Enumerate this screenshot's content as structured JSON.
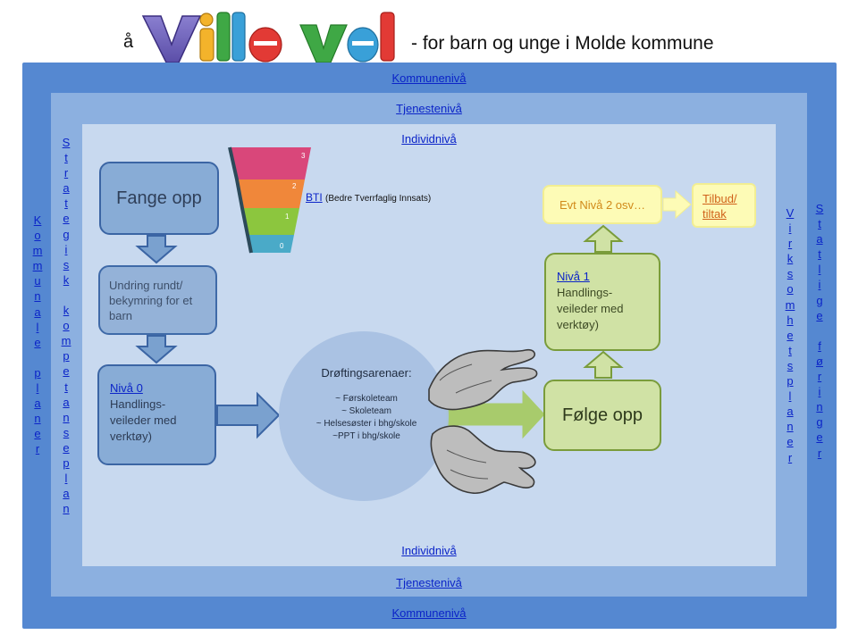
{
  "header": {
    "prefix": "å",
    "logo_text": "Ville vel",
    "suffix": "- for barn og unge i Molde kommune"
  },
  "frames": {
    "kommune_top": "Kommunenivå",
    "kommune_bottom": "Kommunenivå",
    "tjeneste_top": "Tjenestenivå",
    "tjeneste_bottom": "Tjenestenivå",
    "individ_top": "Individnivå",
    "individ_bottom": "Individnivå"
  },
  "side_texts": {
    "far_left": "Kommunale planer",
    "inner_left": "Strategisk kompetanseplan",
    "inner_right": "Virksomhetsplaner",
    "far_right": "Statlige føringer"
  },
  "boxes": {
    "fange": "Fange opp",
    "undring": "Undring rundt/ bekymring for et barn",
    "niva0_title": "Nivå 0",
    "niva0_text": "Handlings-veileder med verktøy)",
    "niva1_title": "Nivå 1",
    "niva1_text": "Handlings-veileder med verktøy)",
    "folge": "Følge opp",
    "evt": "Evt Nivå 2 osv…",
    "tilbud": "Tilbud/ tiltak"
  },
  "droftings": {
    "title": "Drøftingsarenaer:",
    "items": [
      "~ Førskoleteam",
      "~ Skoleteam",
      "~ Helsesøster i bhg/skole",
      "~PPT i bhg/skole"
    ]
  },
  "bti": {
    "label": "BTI",
    "description": "(Bedre Tverrfaglig Innsats)",
    "levels": [
      "3",
      "2",
      "1",
      "0"
    ],
    "level_colors": [
      "#d9477a",
      "#f0873a",
      "#8cc63e",
      "#4aaac8"
    ]
  },
  "colors": {
    "kommune_frame": "#5588d1",
    "tjeneste_frame": "#8cb0e0",
    "individ_frame": "#c8d9ef"
  }
}
